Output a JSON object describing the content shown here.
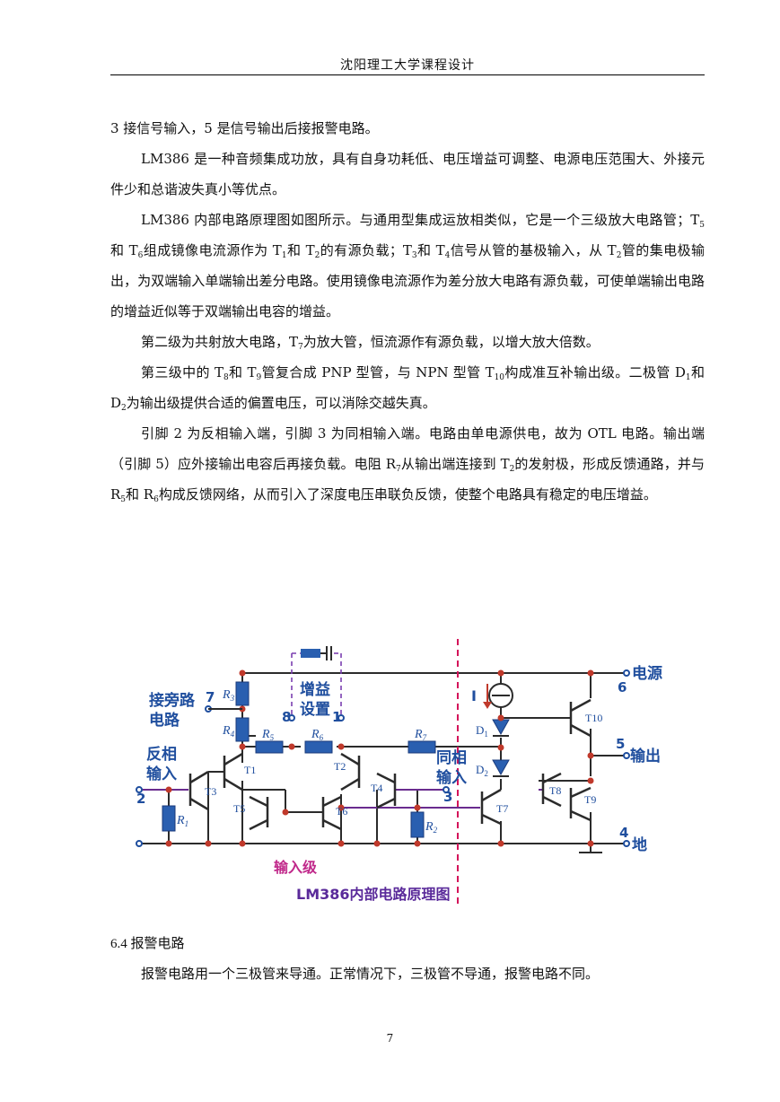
{
  "header": {
    "title": "沈阳理工大学课程设计"
  },
  "paragraphs": [
    {
      "html": "3 接信号输入，5 是信号输出后接报警电路。"
    },
    {
      "html": "LM386 是一种音频集成功放，具有自身功耗低、电压增益可调整、电源电压范围大、外接元件少和总谐波失真小等优点。"
    },
    {
      "html": "LM386 内部电路原理图如图所示。与通用型集成运放相类似，它是一个三级放大电路管；T<sub>5</sub>和 T<sub>6</sub>组成镜像电流源作为 T<sub>1</sub>和 T<sub>2</sub>的有源负载；T<sub>3</sub>和 T<sub>4</sub>信号从管的基极输入，从 T<sub>2</sub>管的集电极输出，为双端输入单端输出差分电路。使用镜像电流源作为差分放大电路有源负载，可使单端输出电路的增益近似等于双端输出电容的增益。"
    },
    {
      "html": "第二级为共射放大电路，T<sub>7</sub>为放大管，恒流源作有源负载，以增大放大倍数。"
    },
    {
      "html": "第三级中的 T<sub>8</sub>和 T<sub>9</sub>管复合成 PNP 型管，与 NPN 型管 T<sub>10</sub>构成准互补输出级。二极管 D<sub>1</sub>和 D<sub>2</sub>为输出级提供合适的偏置电压，可以消除交越失真。"
    },
    {
      "html": "引脚 2 为反相输入端，引脚 3 为同相输入端。电路由单电源供电，故为 OTL 电路。输出端（引脚 5）应外接输出电容后再接负载。电阻 R<sub>7</sub>从输出端连接到 T<sub>2</sub>的发射极，形成反馈通路，并与 R<sub>5</sub>和 R<sub>6</sub>构成反馈网络，从而引入了深度电压串联负反馈，使整个电路具有稳定的电压增益。"
    }
  ],
  "figure": {
    "caption": "LM386内部电路原理图",
    "labels": {
      "bypass_line1": "接旁路",
      "bypass_line2": "电路",
      "pin7": "7",
      "gain_line1": "增益",
      "gain_line2": "设置",
      "pin8": "8",
      "pin1": "1",
      "inverting_line1": "反相",
      "inverting_line2": "输入",
      "pin2": "2",
      "noninv_line1": "同相",
      "noninv_line2": "输入",
      "pin3": "3",
      "power": "电源",
      "pin6": "6",
      "output": "输出",
      "pin5": "5",
      "ground": "地",
      "pin4": "4",
      "current_source": "I",
      "input_stage": "输入级"
    },
    "components": {
      "R1": "R",
      "R1s": "1",
      "R2": "R",
      "R2s": "2",
      "R3": "R",
      "R3s": "3",
      "R4": "R",
      "R4s": "4",
      "R5": "R",
      "R5s": "5",
      "R6": "R",
      "R6s": "6",
      "R7": "R",
      "R7s": "7",
      "T1": "T1",
      "T2": "T2",
      "T3": "T3",
      "T4": "T4",
      "T5": "T5",
      "T6": "T6",
      "T7": "T7",
      "T8": "T8",
      "T9": "T9",
      "T10": "T10",
      "D1": "D",
      "D1s": "1",
      "D2": "D",
      "D2s": "2"
    },
    "colors": {
      "wire": "#2b2b2b",
      "node": "#c0392b",
      "pin": "#1f4e9e",
      "dashed": "#d4145a",
      "component": "#2a5fb0",
      "signal": "#6a2c8f"
    }
  },
  "section": {
    "title": "6.4  报警电路"
  },
  "section_paragraph": "报警电路用一个三极管来导通。正常情况下，三极管不导通，报警电路不同。",
  "page_number": "7"
}
